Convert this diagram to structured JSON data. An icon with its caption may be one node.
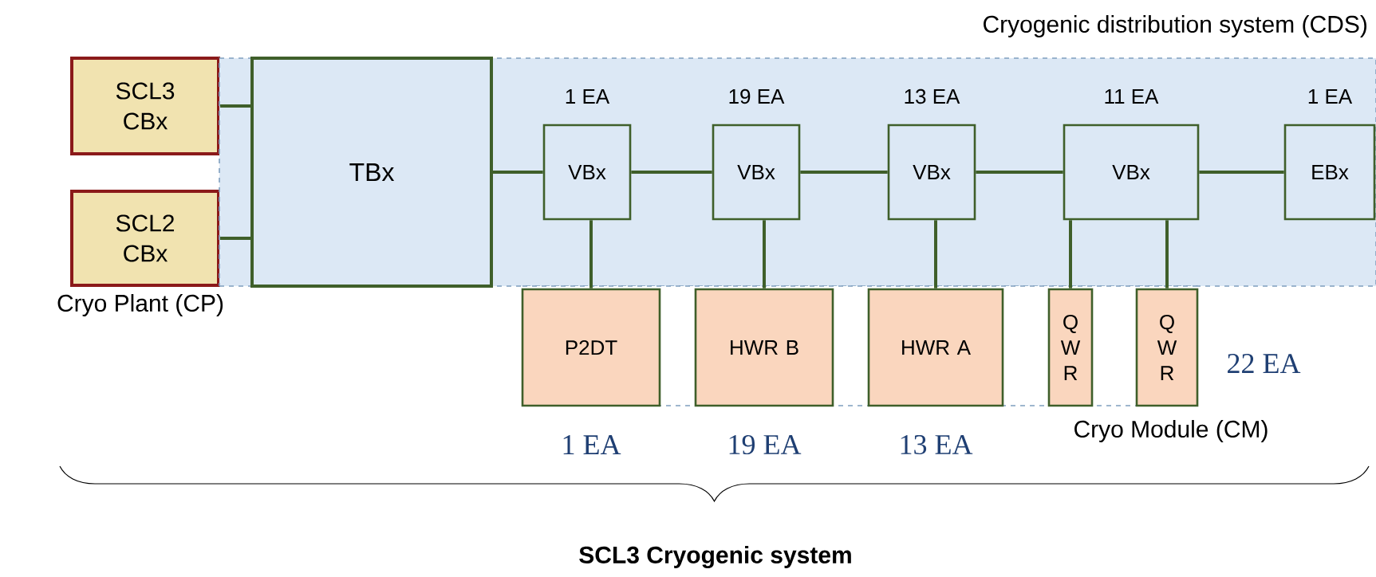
{
  "diagram": {
    "title": "SCL3 Cryogenic system",
    "nodes": [
      {
        "text": [
          "SCL3 CBx"
        ]
      },
      {
        "text": [
          "SCL2 CBx"
        ]
      },
      {
        "text": [
          "Cryogenic distribution system (CDS)"
        ]
      },
      {
        "text": [
          "TBx"
        ],
        "in": 2
      },
      {
        "text": [
          "VBx"
        ],
        "in": 2,
        "beside": [
          "1 EA"
        ]
      },
      {
        "text": [
          "VBx"
        ],
        "in": 2,
        "beside": [
          "19 EA"
        ]
      },
      {
        "text": [
          "VBx"
        ],
        "in": 2,
        "beside": [
          "13 EA"
        ]
      },
      {
        "text": [
          "VBx"
        ],
        "in": 2,
        "beside": [
          "11 EA"
        ]
      },
      {
        "text": [
          "EBx"
        ],
        "in": 2,
        "beside": [
          "1 EA"
        ]
      },
      {
        "text": [
          "Cryo Module (CM)"
        ]
      },
      {
        "text": [
          "P2DT"
        ],
        "in": 9,
        "beside": [
          "1 EA"
        ]
      },
      {
        "text": [
          "HWR B"
        ],
        "in": 9,
        "beside": [
          "19 EA"
        ]
      },
      {
        "text": [
          "HWR A"
        ],
        "in": 9,
        "beside": [
          "13 EA"
        ]
      },
      {
        "text": [
          "Q W R"
        ],
        "in": 9
      },
      {
        "text": [
          "Q W R"
        ],
        "in": 9
      }
    ],
    "edges": [
      {
        "from": 0,
        "to": 3,
        "arrow": "none"
      },
      {
        "from": 1,
        "to": 3,
        "arrow": "none"
      },
      {
        "from": 3,
        "to": 4,
        "arrow": "none"
      },
      {
        "from": 4,
        "to": 5,
        "arrow": "none"
      },
      {
        "from": 5,
        "to": 6,
        "arrow": "none"
      },
      {
        "from": 6,
        "to": 7,
        "arrow": "none"
      },
      {
        "from": 7,
        "to": 8,
        "arrow": "none"
      },
      {
        "from": 4,
        "to": 10,
        "arrow": "none"
      },
      {
        "from": 5,
        "to": 11,
        "arrow": "none"
      },
      {
        "from": 6,
        "to": 12,
        "arrow": "none"
      },
      {
        "from": 7,
        "to": 13,
        "arrow": "none"
      },
      {
        "from": 7,
        "to": 14,
        "arrow": "none"
      }
    ],
    "labels": [
      "Cryo Plant (CP)",
      "22 EA"
    ]
  }
}
